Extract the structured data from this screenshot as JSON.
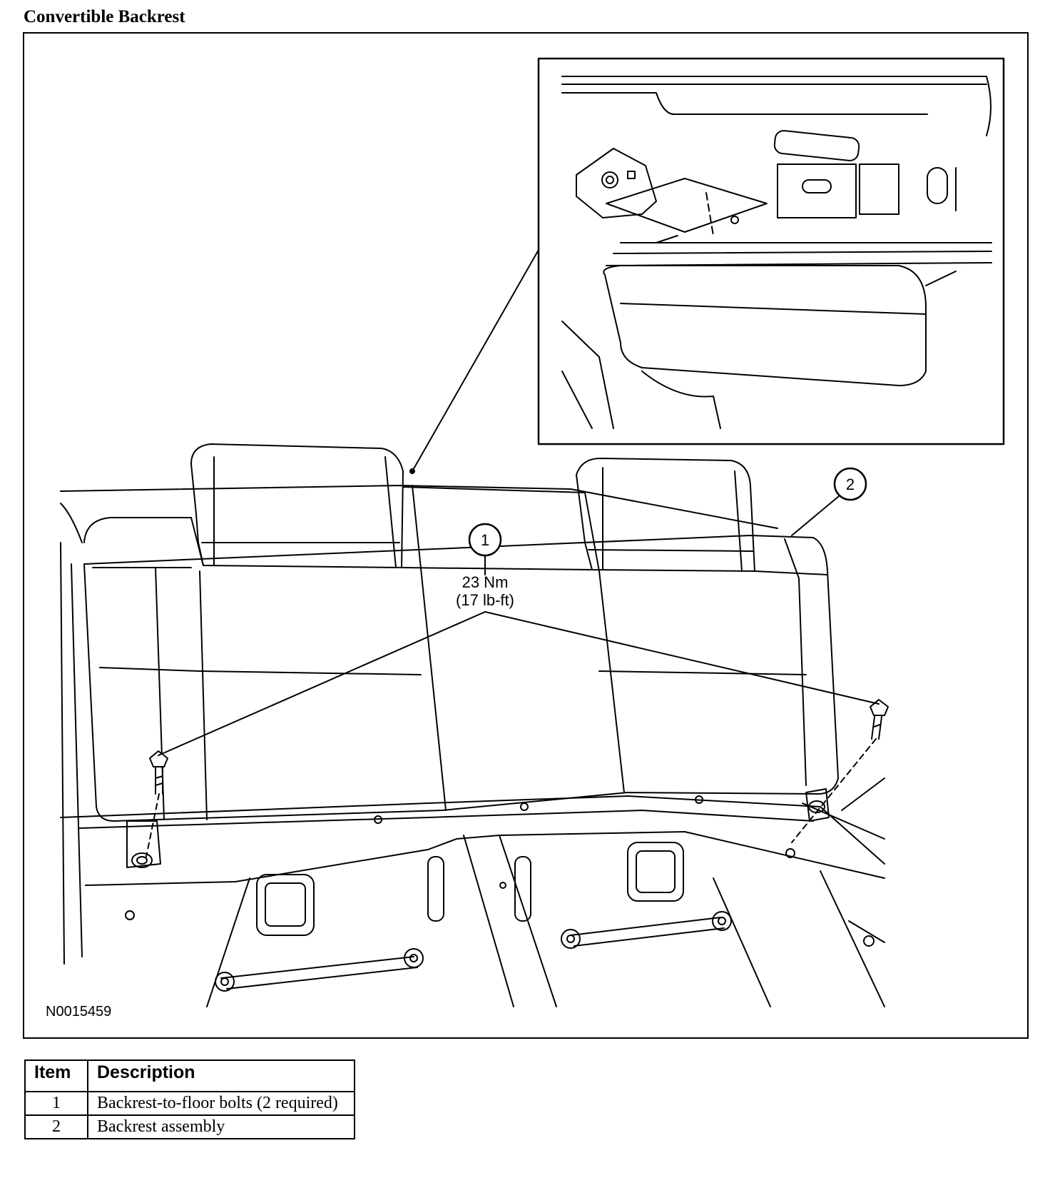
{
  "title": "Convertible Backrest",
  "figure_id": "N0015459",
  "callouts": [
    {
      "number": "1",
      "torque_metric": "23 Nm",
      "torque_imperial": "(17 lb-ft)"
    },
    {
      "number": "2"
    }
  ],
  "legend": {
    "headers": {
      "item": "Item",
      "description": "Description"
    },
    "rows": [
      {
        "item": "1",
        "description": "Backrest-to-floor bolts (2 required)"
      },
      {
        "item": "2",
        "description": "Backrest assembly"
      }
    ]
  }
}
